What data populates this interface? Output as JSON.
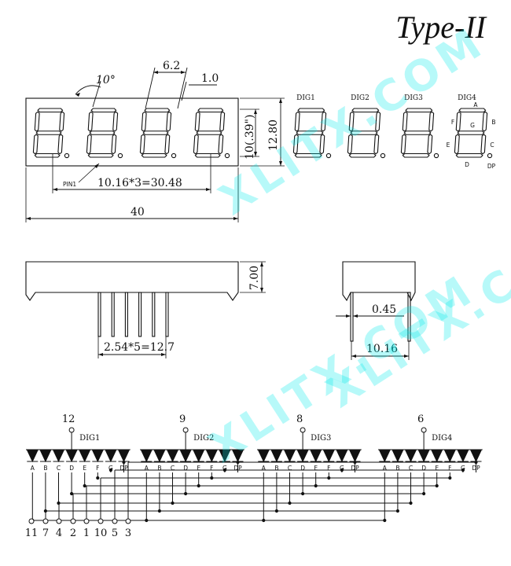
{
  "title": "Type-II",
  "watermark": "XLITX.COM",
  "front_view": {
    "angle": "10°",
    "digit_width": "6.2",
    "seg_width": "1.0",
    "height": "10(.39\")",
    "total_height": "12.80",
    "pin1": "PIN1",
    "pitch": "10.16*3=30.48",
    "total_width": "40",
    "digits": [
      "DIG1",
      "DIG2",
      "DIG3",
      "DIG4"
    ],
    "segment_letters": [
      "A",
      "B",
      "C",
      "D",
      "E",
      "F",
      "G",
      "DP"
    ]
  },
  "side_view": {
    "thickness": "7.00",
    "pin_pitch": "2.54*5=12.7",
    "pin_dia": "0.45",
    "row_spacing": "10.16"
  },
  "schematic": {
    "digits": [
      {
        "label": "DIG1",
        "pin": "12"
      },
      {
        "label": "DIG2",
        "pin": "9"
      },
      {
        "label": "DIG3",
        "pin": "8"
      },
      {
        "label": "DIG4",
        "pin": "6"
      }
    ],
    "segments": [
      "A",
      "B",
      "C",
      "D",
      "E",
      "F",
      "G",
      "DP"
    ],
    "bottom_pins": [
      "11",
      "7",
      "4",
      "2",
      "1",
      "10",
      "5",
      "3"
    ]
  },
  "colors": {
    "ink": "#111111",
    "watermark": "#00eaea"
  }
}
